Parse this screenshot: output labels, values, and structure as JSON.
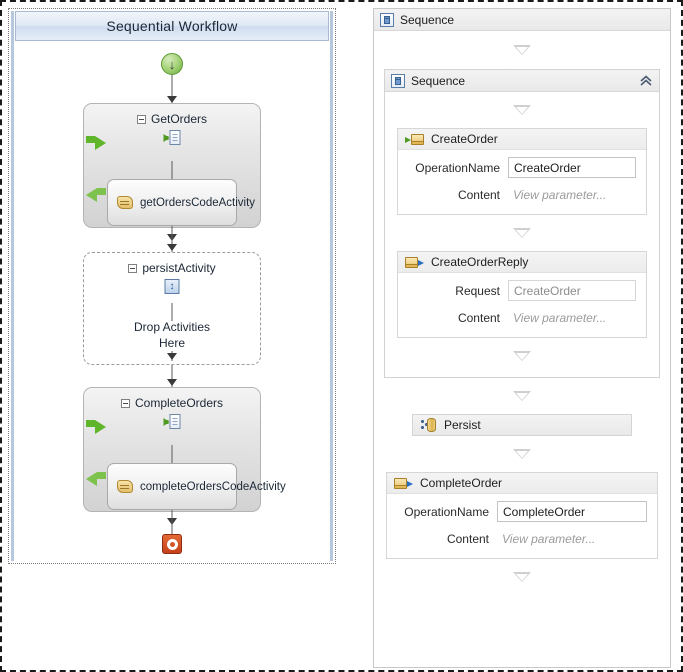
{
  "left_designer": {
    "title": "Sequential Workflow",
    "start_icon": "start-arrow-down-icon",
    "stop_icon": "stop-icon",
    "activities": [
      {
        "name": "GetOrders",
        "icon": "receive-activity-icon",
        "expander": "minus-expander",
        "child": {
          "label": "getOrdersCodeActivity",
          "icon": "code-activity-icon"
        }
      },
      {
        "name": "persistActivity",
        "icon": "persist-activity-icon",
        "expander": "minus-expander",
        "drop_hint_line1": "Drop Activities",
        "drop_hint_line2": "Here"
      },
      {
        "name": "CompleteOrders",
        "icon": "receive-activity-icon",
        "expander": "minus-expander",
        "child": {
          "label": "completeOrdersCodeActivity",
          "icon": "code-activity-icon"
        }
      }
    ]
  },
  "right_designer": {
    "outer_sequence": {
      "title": "Sequence",
      "icon": "sequence-icon"
    },
    "inner_sequence": {
      "title": "Sequence",
      "icon": "sequence-icon",
      "collapse_glyph": "«"
    },
    "activities": [
      {
        "key": "create_order",
        "title": "CreateOrder",
        "icon": "receive-message-icon",
        "rows": [
          {
            "label": "OperationName",
            "kind": "input",
            "value": "CreateOrder"
          },
          {
            "label": "Content",
            "kind": "placeholder",
            "value": "View parameter..."
          }
        ]
      },
      {
        "key": "create_order_reply",
        "title": "CreateOrderReply",
        "icon": "send-reply-message-icon",
        "rows": [
          {
            "label": "Request",
            "kind": "readonly",
            "value": "CreateOrder"
          },
          {
            "label": "Content",
            "kind": "placeholder",
            "value": "View parameter..."
          }
        ]
      },
      {
        "key": "persist",
        "title": "Persist",
        "icon": "persist-icon"
      },
      {
        "key": "complete_order",
        "title": "CompleteOrder",
        "icon": "send-reply-message-icon",
        "rows": [
          {
            "label": "OperationName",
            "kind": "input",
            "value": "CompleteOrder"
          },
          {
            "label": "Content",
            "kind": "placeholder",
            "value": "View parameter..."
          }
        ]
      }
    ],
    "drop_target_glyph": "drop-triangle-icon"
  },
  "colors": {
    "title_bar": "#dfe8f4",
    "activity_fill": "#e6e6e6",
    "start_green": "#6ca93f",
    "stop_red": "#c5401a",
    "arrow_green": "#5fb62b",
    "envelope_yellow": "#e0b44d",
    "reply_blue": "#2b6fc4"
  }
}
